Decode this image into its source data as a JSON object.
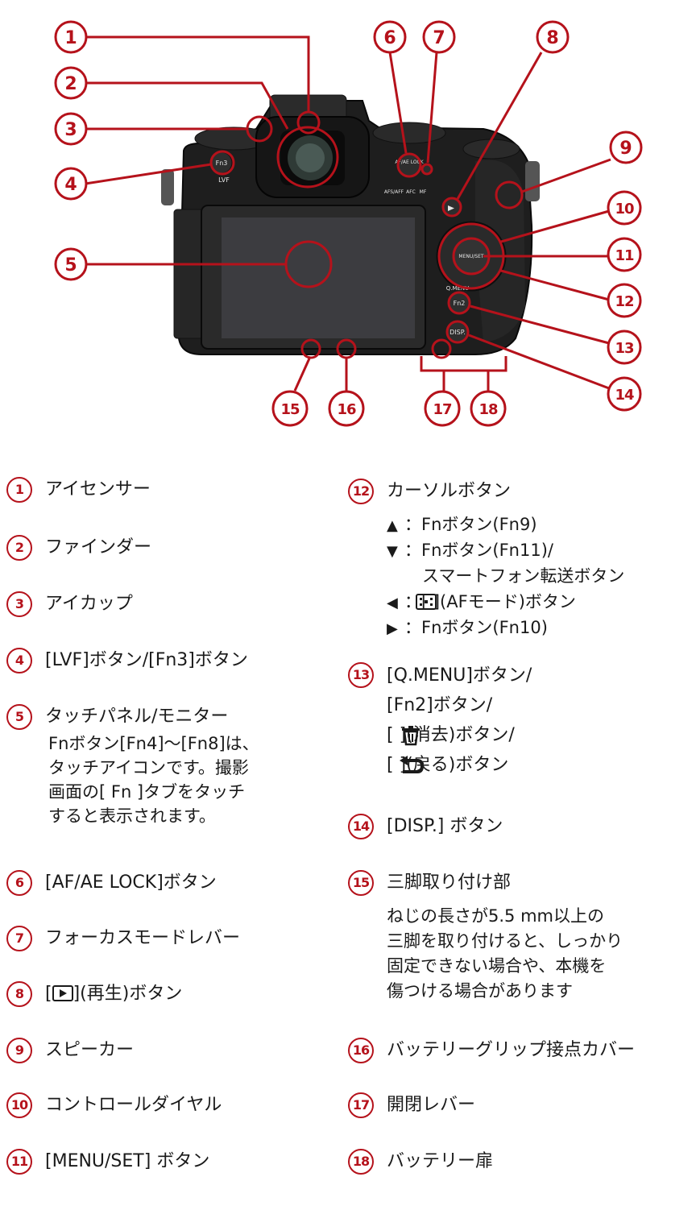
{
  "figure": {
    "callouts": [
      "1",
      "2",
      "3",
      "4",
      "5",
      "6",
      "7",
      "8",
      "9",
      "10",
      "11",
      "12",
      "13",
      "14",
      "15",
      "16",
      "17",
      "18"
    ],
    "body_labels": {
      "fn3": "Fn3",
      "lvf": "LVF",
      "af_ae_lock": "AF/AE LOCK",
      "afs_aff": "AFS/AFF",
      "afc": "AFC",
      "mf": "MF",
      "menu_set": "MENU/SET",
      "q_menu": "Q.MENU",
      "fn2": "Fn2",
      "disp": "DISP."
    },
    "colors": {
      "accent": "#b5121b",
      "camera": "#1e1e1e"
    }
  },
  "items": [
    {
      "n": "1",
      "title": "アイセンサー"
    },
    {
      "n": "2",
      "title": "ファインダー"
    },
    {
      "n": "3",
      "title": "アイカップ"
    },
    {
      "n": "4",
      "title": "[LVF]ボタン/[Fn3]ボタン"
    },
    {
      "n": "5",
      "title": "タッチパネル/モニター",
      "desc": [
        "Fnボタン[Fn4]〜[Fn8]は、",
        "タッチアイコンです。撮影",
        "画面の[  Fn  ]タブをタッチ",
        "すると表示されます。"
      ]
    },
    {
      "n": "6",
      "title": "[AF/AE LOCK]ボタン"
    },
    {
      "n": "7",
      "title": "フォーカスモードレバー"
    },
    {
      "n": "8",
      "title": "[ ▶ ](再生)ボタン",
      "title_before": "[",
      "title_after": "](再生)ボタン",
      "icon": "play-icon"
    },
    {
      "n": "9",
      "title": "スピーカー"
    },
    {
      "n": "10",
      "title": "コントロールダイヤル"
    },
    {
      "n": "11",
      "title": "[MENU/SET] ボタン"
    },
    {
      "n": "12",
      "title": "カーソルボタン",
      "sub": [
        {
          "arrow": "▲",
          "text": "：Fnボタン(Fn9)"
        },
        {
          "arrow": "▼",
          "text": "：Fnボタン(Fn11)/"
        },
        {
          "arrow": "",
          "text": "スマートフォン転送ボタン"
        },
        {
          "arrow": "◀",
          "text": "：[     ](AFモード)ボタン",
          "icon": "af-mode-icon"
        },
        {
          "arrow": "▶",
          "text": "：Fnボタン(Fn10)"
        }
      ]
    },
    {
      "n": "13",
      "lines": [
        "[Q.MENU]ボタン/",
        "[Fn2]ボタン/",
        "[     ](消去)ボタン/",
        "[     ](戻る)ボタン"
      ],
      "icons": [
        "trash-icon",
        "back-icon"
      ]
    },
    {
      "n": "14",
      "title": "[DISP.] ボタン"
    },
    {
      "n": "15",
      "title": "三脚取り付け部",
      "desc": [
        "ねじの長さが5.5 mm以上の",
        "三脚を取り付けると、しっかり",
        "固定できない場合や、本機を",
        "傷つける場合があります"
      ]
    },
    {
      "n": "16",
      "title": "バッテリーグリップ接点カバー"
    },
    {
      "n": "17",
      "title": "開閉レバー"
    },
    {
      "n": "18",
      "title": "バッテリー扉"
    }
  ]
}
